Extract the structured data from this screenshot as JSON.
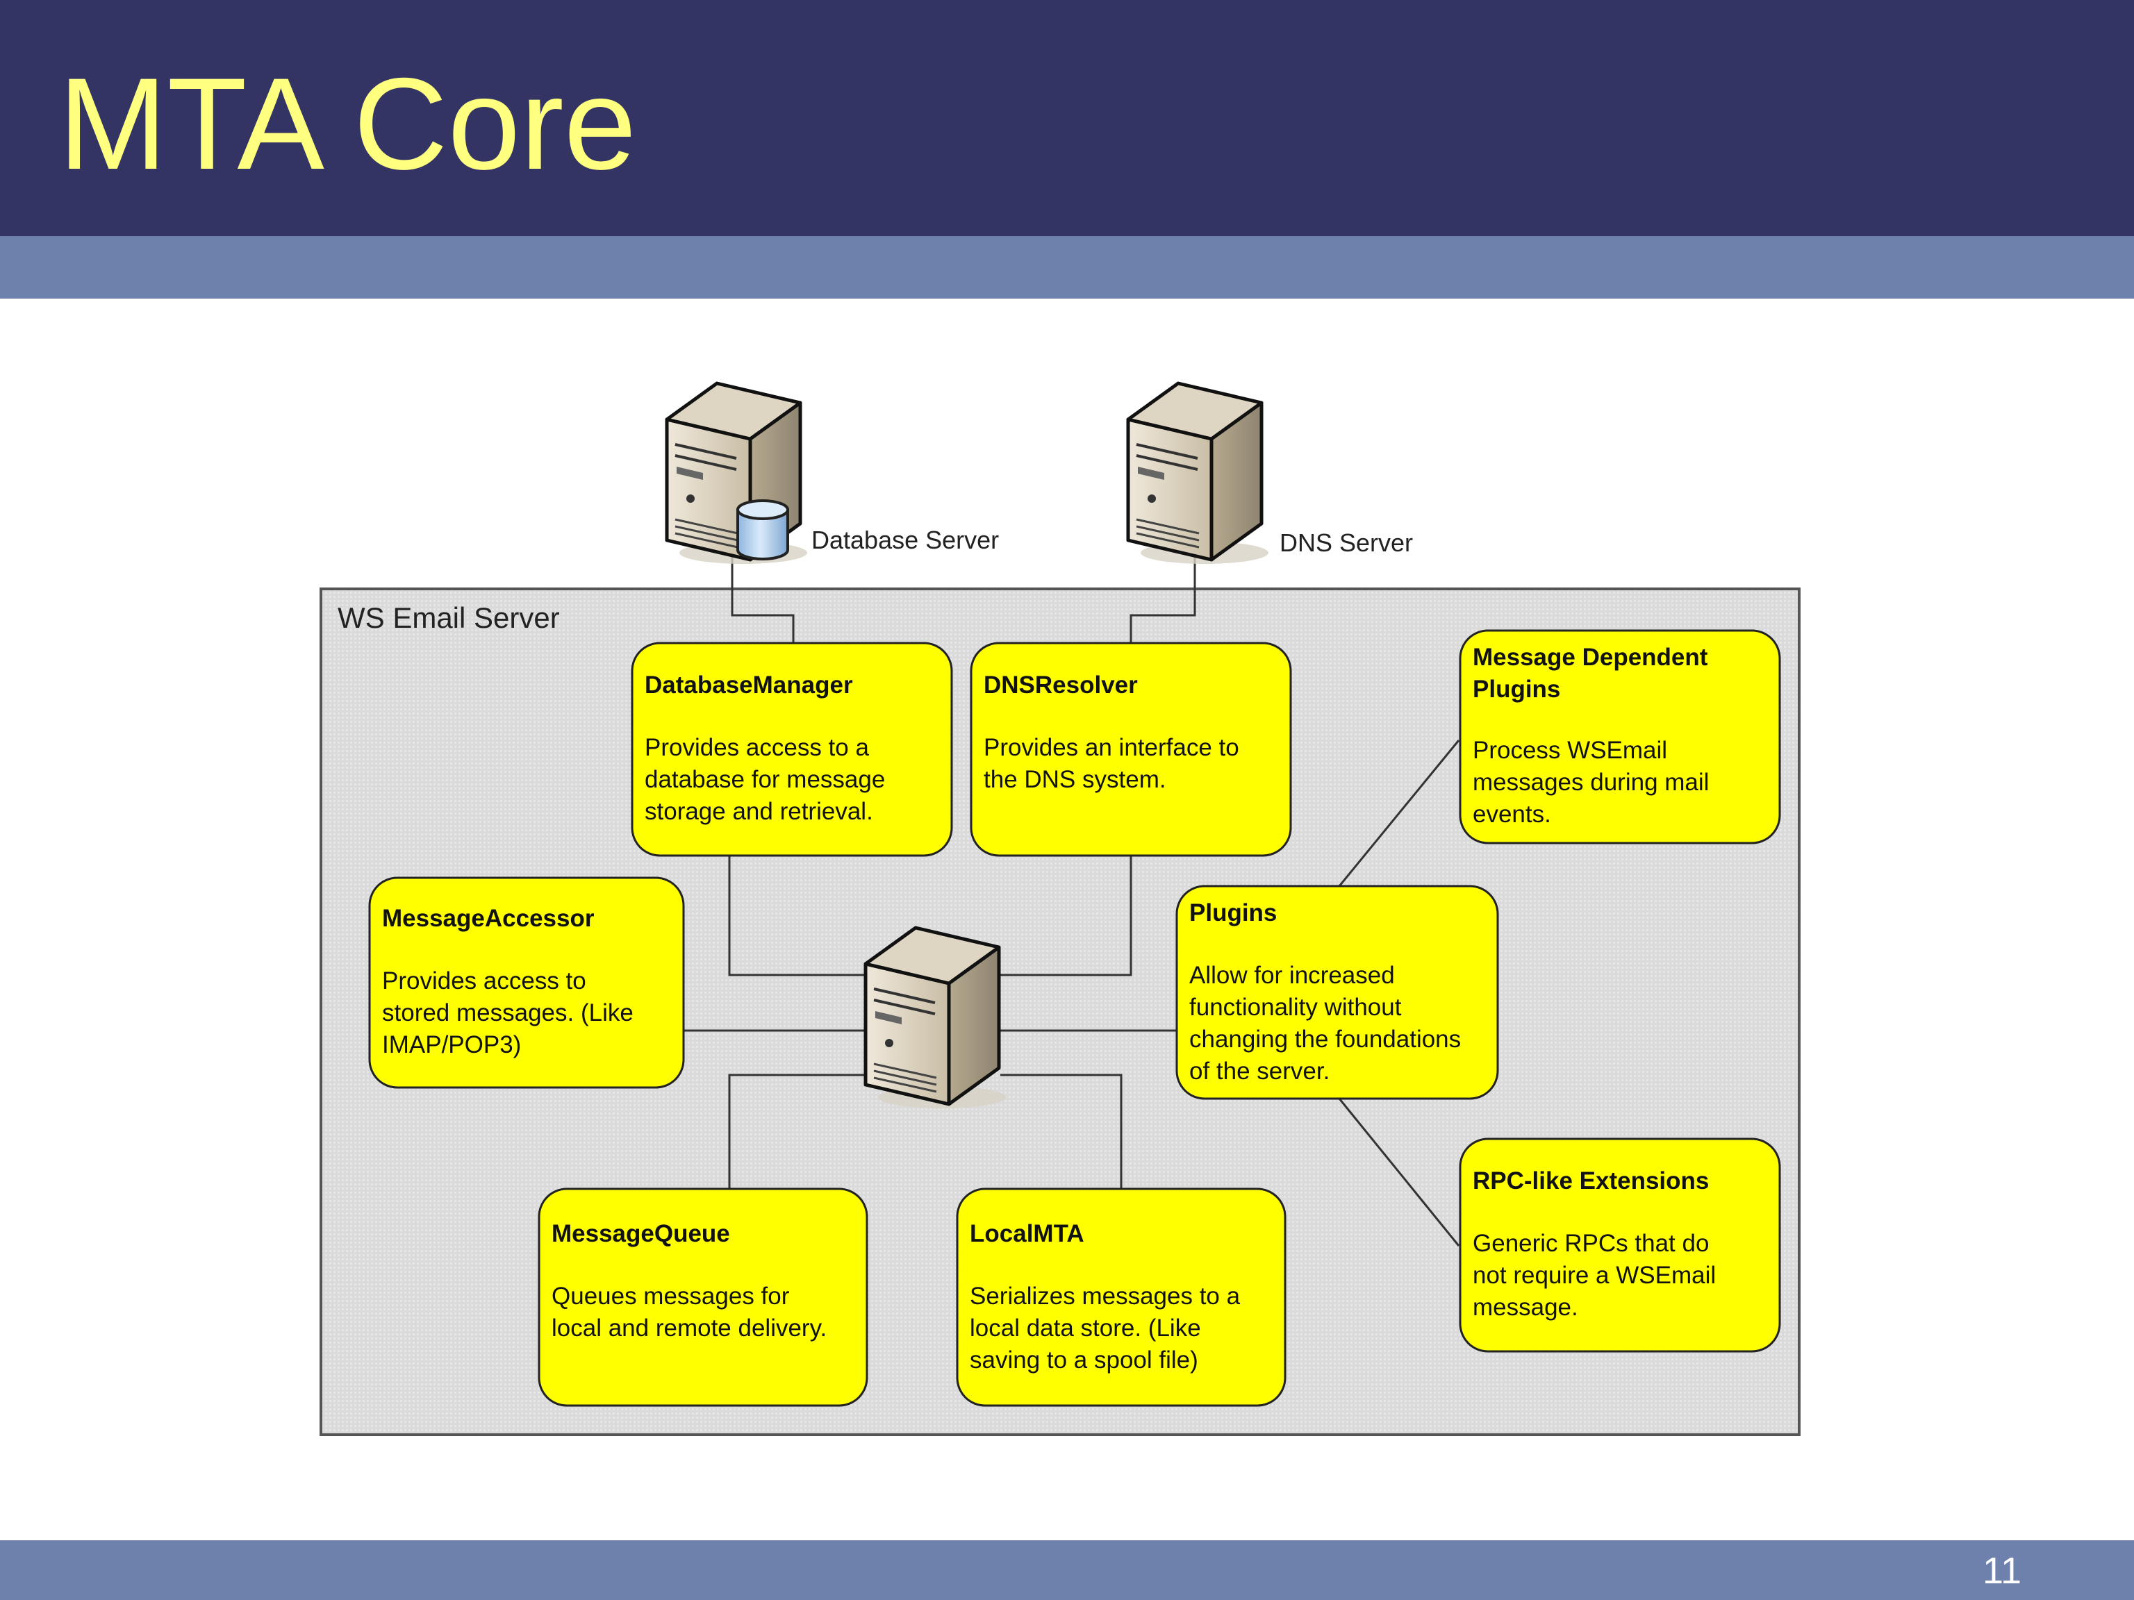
{
  "slide": {
    "title": "MTA Core",
    "page_number": "11"
  },
  "colors": {
    "title_bar": "#333464",
    "title_text": "#ffff80",
    "accent_bar": "#6e81ad",
    "component_box": "#ffff00",
    "container": "#dcdcdc"
  },
  "diagram": {
    "external_servers": [
      {
        "label": "Database Server",
        "icon": "database-server-icon"
      },
      {
        "label": "DNS Server",
        "icon": "server-tower-icon"
      }
    ],
    "container": {
      "label": "WS Email Server"
    },
    "central_server": {
      "icon": "server-tower-icon"
    },
    "components": {
      "database_manager": {
        "title": "DatabaseManager",
        "desc": [
          "Provides access to a",
          "database for message",
          "storage and retrieval."
        ]
      },
      "dns_resolver": {
        "title": "DNSResolver",
        "desc": [
          "Provides an interface to",
          "the DNS system."
        ]
      },
      "message_dependent_plugins": {
        "title": [
          "Message Dependent",
          "Plugins"
        ],
        "desc": [
          "Process WSEmail",
          "messages during mail",
          "events."
        ]
      },
      "message_accessor": {
        "title": "MessageAccessor",
        "desc": [
          "Provides access to",
          "stored messages. (Like",
          "IMAP/POP3)"
        ]
      },
      "plugins": {
        "title": "Plugins",
        "desc": [
          "Allow for increased",
          "functionality without",
          "changing the foundations",
          "of the server."
        ]
      },
      "message_queue": {
        "title": "MessageQueue",
        "desc": [
          "Queues messages for",
          "local and remote delivery."
        ]
      },
      "local_mta": {
        "title": "LocalMTA",
        "desc": [
          "Serializes messages to a",
          "local data store. (Like",
          "saving to a spool file)"
        ]
      },
      "rpc_extensions": {
        "title": "RPC-like Extensions",
        "desc": [
          "Generic RPCs that do",
          "not require a WSEmail",
          "message."
        ]
      }
    }
  }
}
